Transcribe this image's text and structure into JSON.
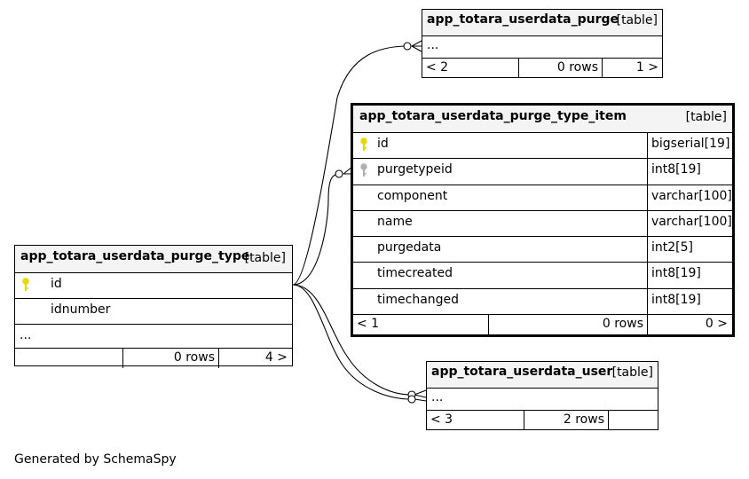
{
  "footer": "Generated by SchemaSpy",
  "purge": {
    "name": "app_totara_userdata_purge",
    "type": "[table]",
    "ellipsis": "...",
    "parents": "< 2",
    "rows": "0 rows",
    "children": "1 >"
  },
  "item": {
    "name": "app_totara_userdata_purge_type_item",
    "type": "[table]",
    "columns": [
      {
        "name": "id",
        "type": "bigserial[19]",
        "key": "primary"
      },
      {
        "name": "purgetypeid",
        "type": "int8[19]",
        "key": "foreign"
      },
      {
        "name": "component",
        "type": "varchar[100]",
        "key": ""
      },
      {
        "name": "name",
        "type": "varchar[100]",
        "key": ""
      },
      {
        "name": "purgedata",
        "type": "int2[5]",
        "key": ""
      },
      {
        "name": "timecreated",
        "type": "int8[19]",
        "key": ""
      },
      {
        "name": "timechanged",
        "type": "int8[19]",
        "key": ""
      }
    ],
    "parents": "< 1",
    "rows": "0 rows",
    "children": "0 >"
  },
  "ptype": {
    "name": "app_totara_userdata_purge_type",
    "type": "[table]",
    "columns": [
      {
        "name": "id",
        "key": "primary"
      },
      {
        "name": "idnumber",
        "key": ""
      }
    ],
    "ellipsis": "...",
    "parents": "",
    "rows": "0 rows",
    "children": "4 >"
  },
  "user": {
    "name": "app_totara_userdata_user",
    "type": "[table]",
    "ellipsis": "...",
    "parents": "< 3",
    "rows": "2 rows",
    "children": ""
  },
  "colors": {
    "header_bg": "#f4f4f4",
    "primary_key": "#e6d800",
    "foreign_key": "#b0b0b0"
  }
}
